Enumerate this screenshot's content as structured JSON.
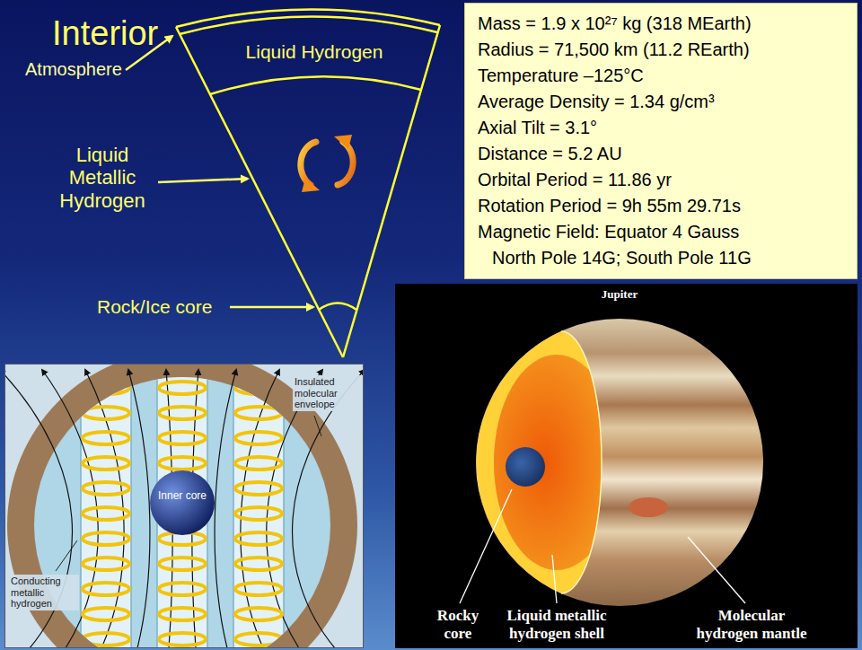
{
  "diagram": {
    "title": "Interior",
    "nodes": [
      {
        "text": [
          "Mass = 1.9 x 10²⁷ kg (318 MEarth)",
          "Radius = 71,500 km (11.2 REarth)",
          "Temperature –125°C",
          "Average Density = 1.34 g/cm³",
          "Axial Tilt = 3.1°",
          "Distance = 5.2 AU",
          "Orbital Period = 11.86 yr",
          "Rotation Period = 9h 55m 29.71s",
          "Magnetic Field: Equator 4 Gauss",
          "North Pole 14G; South Pole 11G"
        ]
      }
    ],
    "labels": [
      "Atmosphere",
      "Liquid Hydrogen",
      "Liquid Metallic Hydrogen",
      "Rock/Ice core",
      "Insulated molecular envelope",
      "Inner core",
      "Conducting metallic hydrogen",
      "Jupiter",
      "Rocky core",
      "Liquid metallic hydrogen shell",
      "Molecular hydrogen mantle"
    ]
  }
}
